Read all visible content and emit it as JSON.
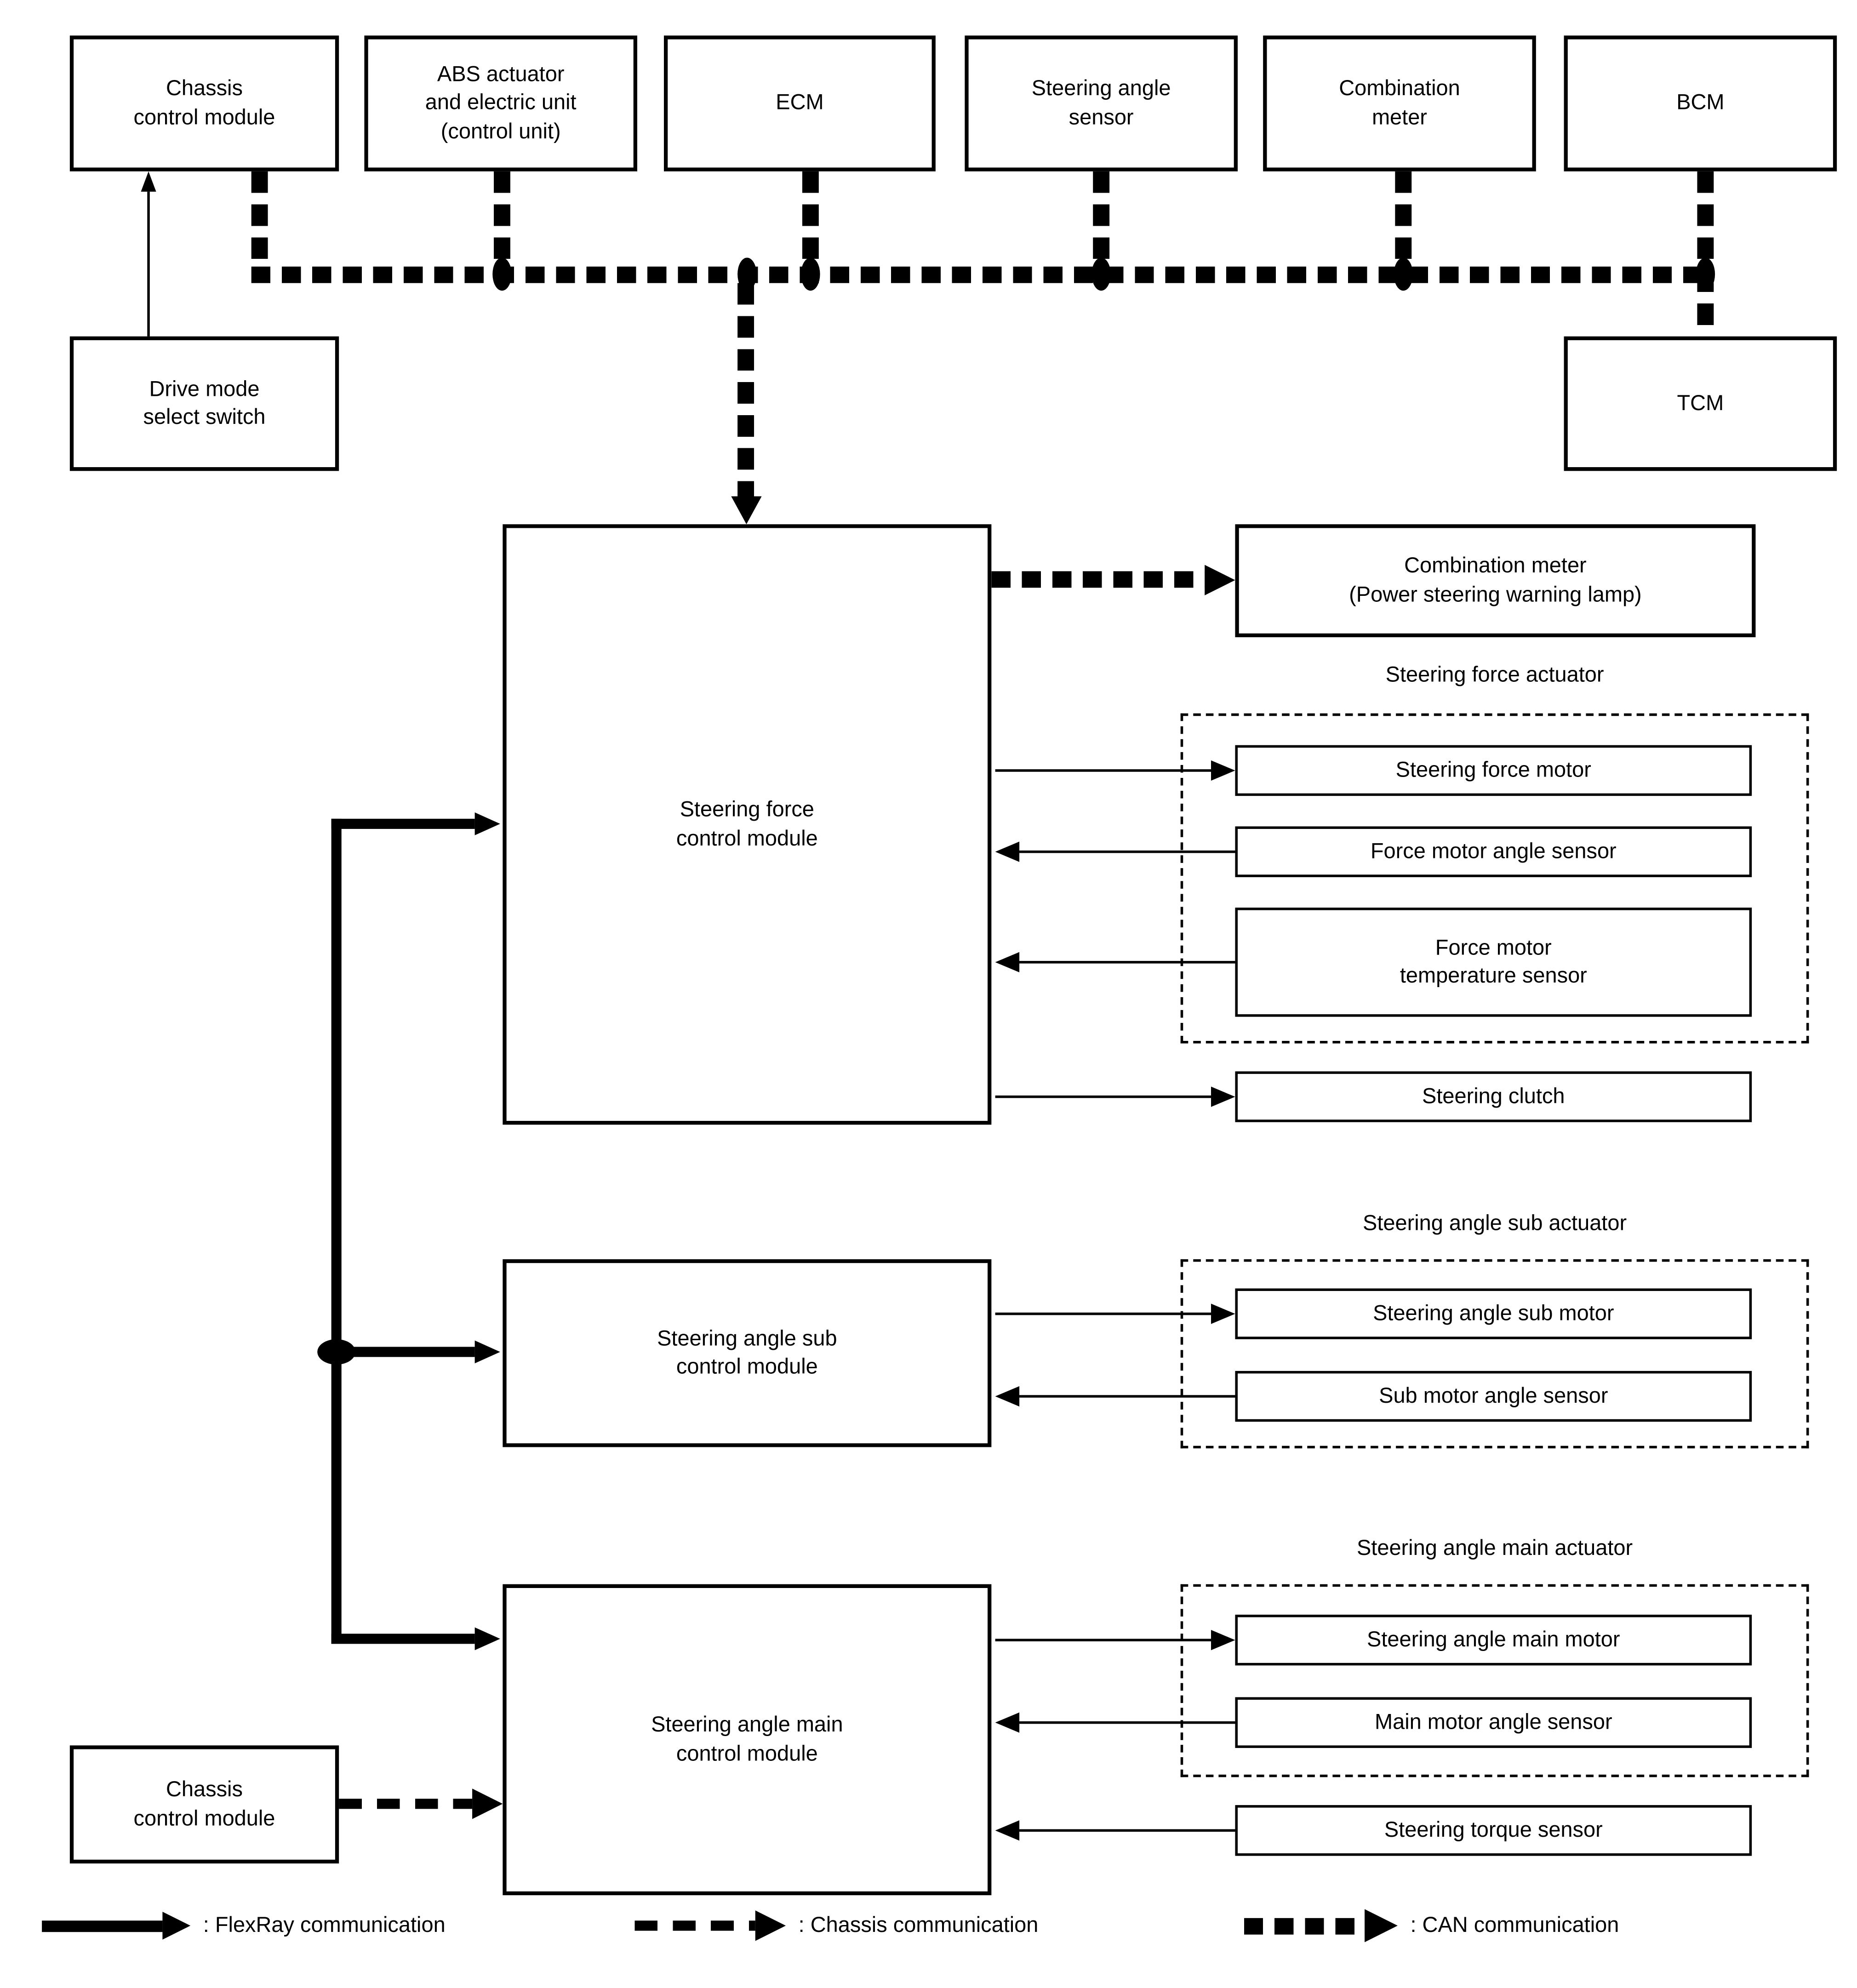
{
  "top_row": [
    {
      "label": "Chassis\ncontrol module"
    },
    {
      "label": "ABS actuator\nand electric unit\n(control unit)"
    },
    {
      "label": "ECM"
    },
    {
      "label": "Steering angle\nsensor"
    },
    {
      "label": "Combination\nmeter"
    },
    {
      "label": "BCM"
    }
  ],
  "left_column": {
    "drive_mode_select_switch": "Drive mode\nselect switch",
    "chassis_control_module": "Chassis\ncontrol module"
  },
  "tcm": "TCM",
  "control_modules": {
    "steering_force": "Steering force\ncontrol module",
    "steering_angle_sub": "Steering angle sub\ncontrol module",
    "steering_angle_main": "Steering angle main\ncontrol module"
  },
  "combination_meter_lamp": "Combination meter\n(Power steering warning lamp)",
  "actuator_groups": {
    "force": {
      "title": "Steering force actuator",
      "items": [
        "Steering force motor",
        "Force motor angle sensor",
        "Force motor\ntemperature sensor"
      ]
    },
    "sub": {
      "title": "Steering angle sub actuator",
      "items": [
        "Steering angle sub motor",
        "Sub motor angle sensor"
      ]
    },
    "main": {
      "title": "Steering angle main actuator",
      "items": [
        "Steering angle main motor",
        "Main motor angle sensor"
      ]
    }
  },
  "steering_clutch": "Steering clutch",
  "steering_torque_sensor": "Steering torque sensor",
  "legend": {
    "flexray": ": FlexRay communication",
    "chassis": ": Chassis communication",
    "can": ": CAN communication"
  },
  "colors": {
    "line": "#000000",
    "background": "#ffffff"
  }
}
